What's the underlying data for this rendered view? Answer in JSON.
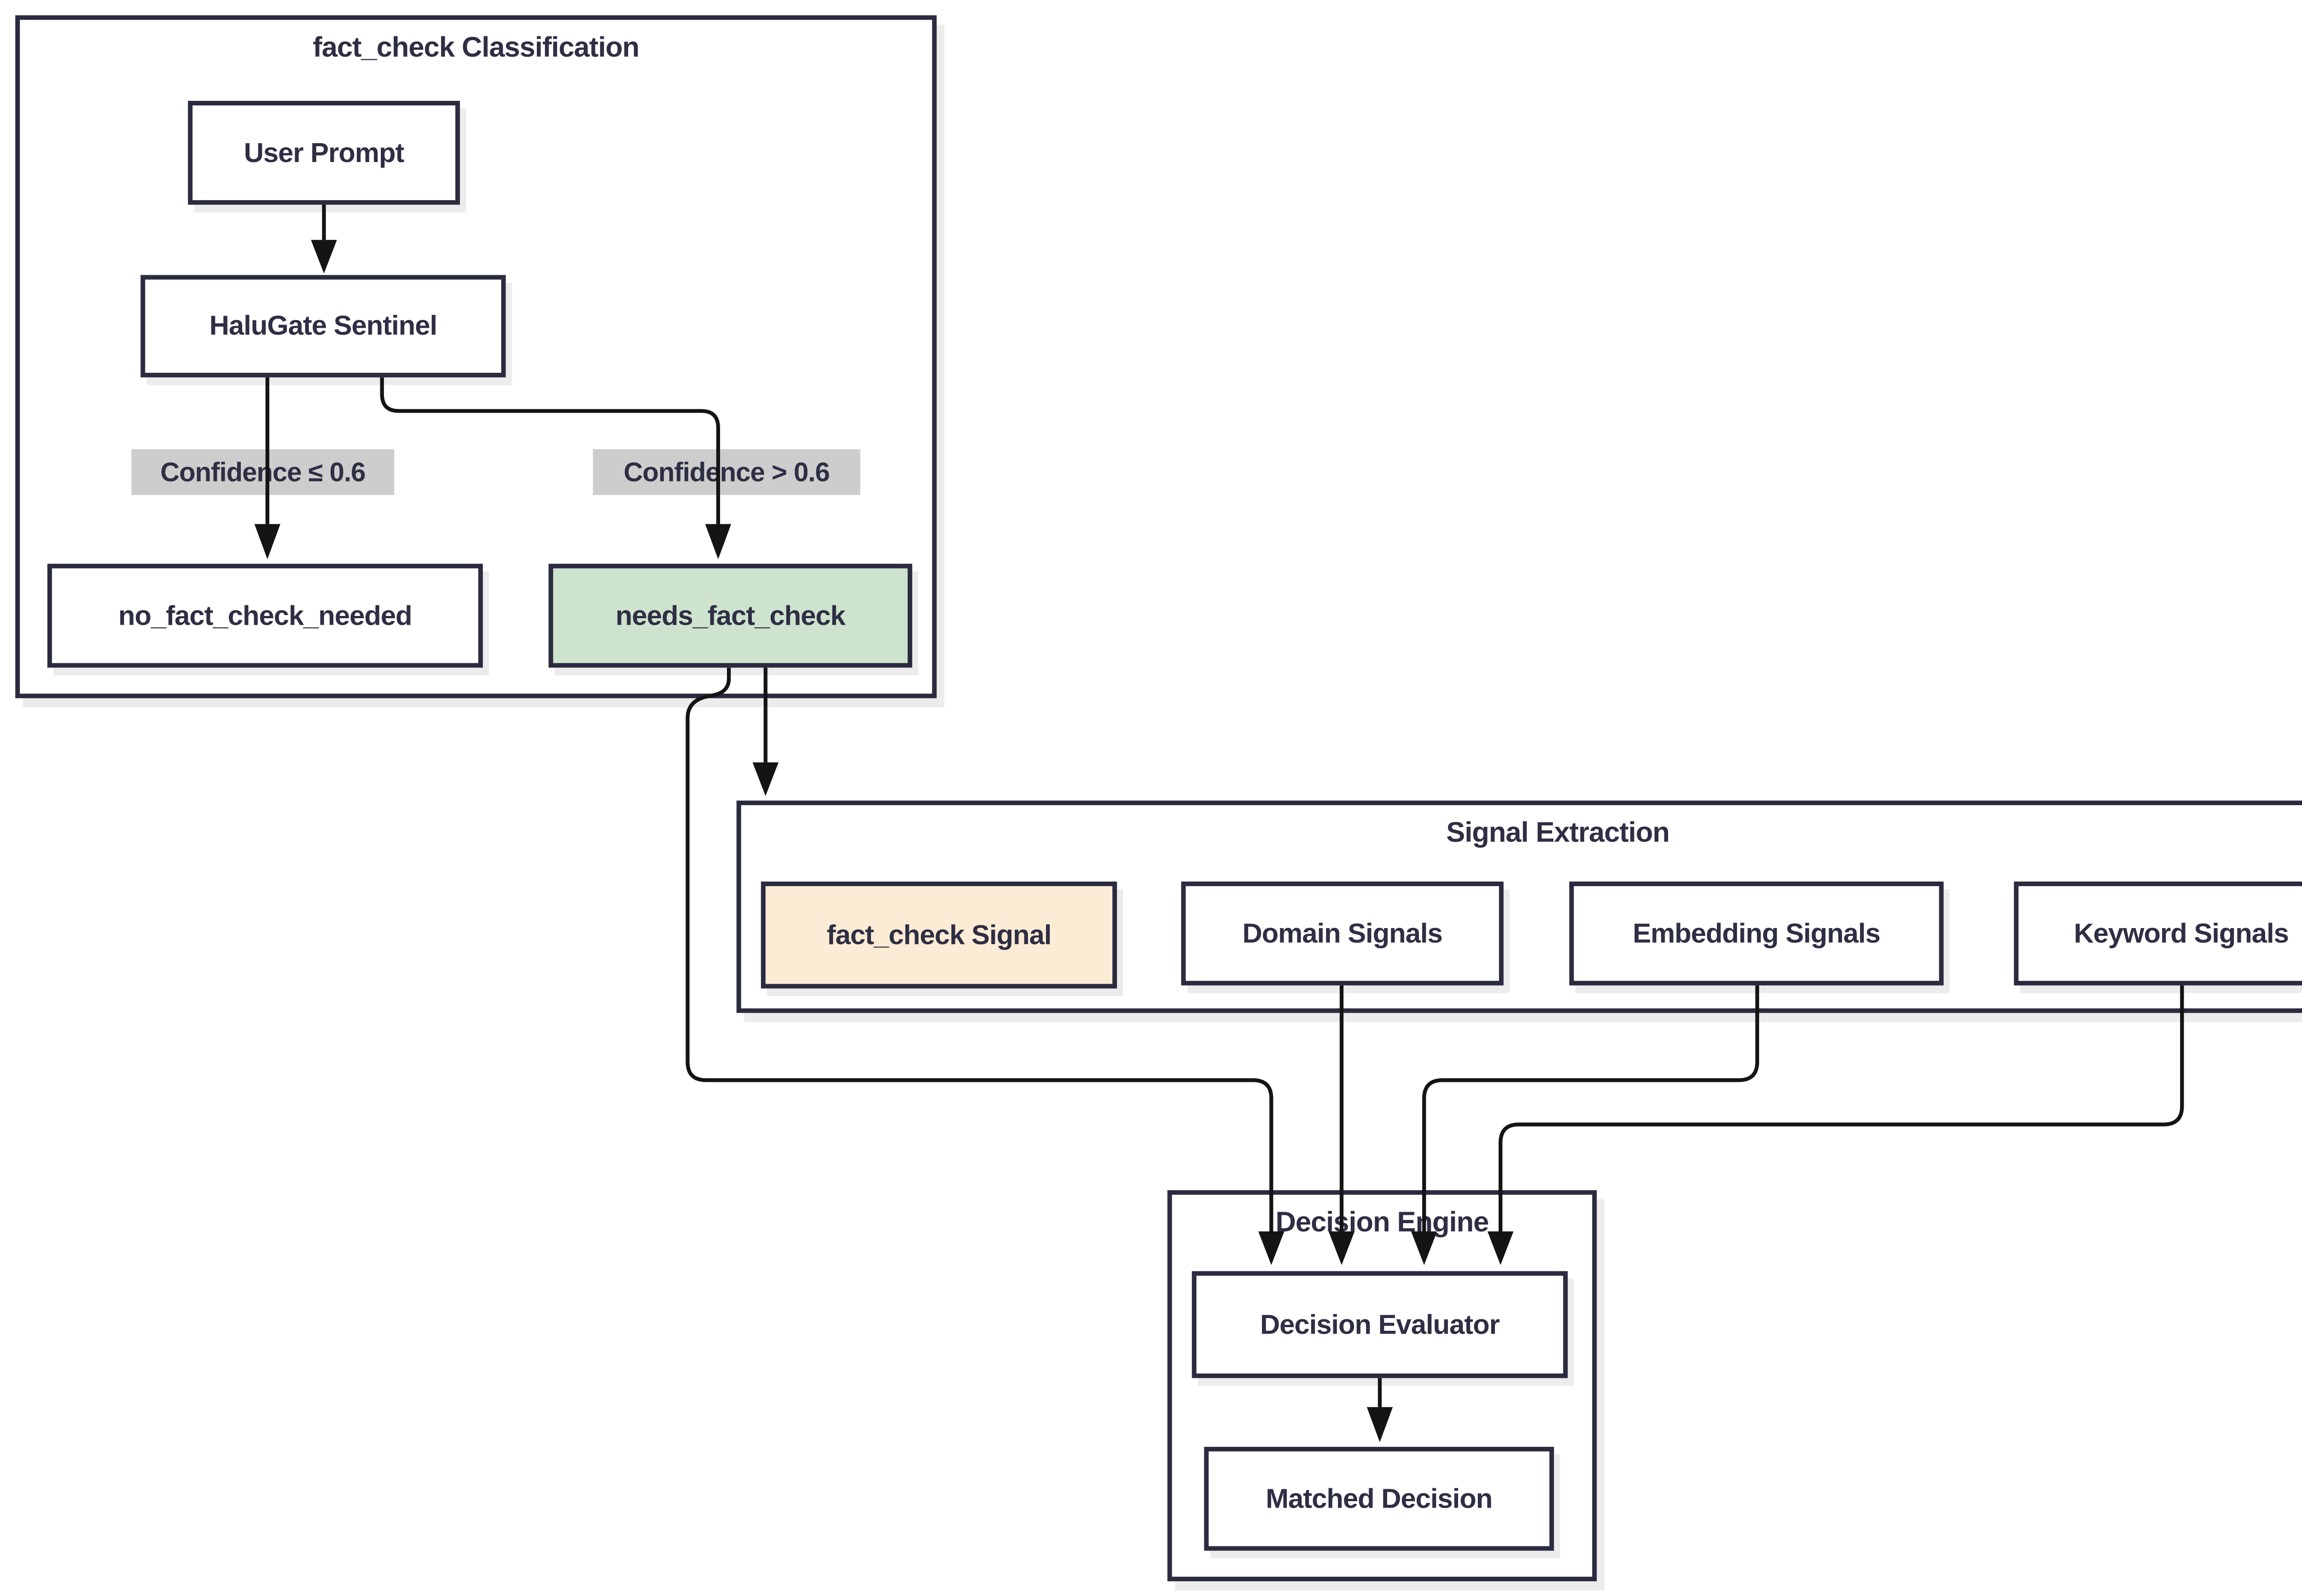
{
  "diagram": {
    "clusters": {
      "classification": {
        "title": "fact_check Classification"
      },
      "extraction": {
        "title": "Signal Extraction"
      },
      "engine": {
        "title": "Decision Engine"
      }
    },
    "nodes": {
      "user_prompt": {
        "label": "User Prompt"
      },
      "halugate_sentinel": {
        "label": "HaluGate Sentinel"
      },
      "no_fact_check_needed": {
        "label": "no_fact_check_needed"
      },
      "needs_fact_check": {
        "label": "needs_fact_check",
        "fill": "#cee3cd"
      },
      "fact_check_signal": {
        "label": "fact_check Signal",
        "fill": "#fcecd5"
      },
      "domain_signals": {
        "label": "Domain Signals"
      },
      "embedding_signals": {
        "label": "Embedding Signals"
      },
      "keyword_signals": {
        "label": "Keyword Signals"
      },
      "decision_evaluator": {
        "label": "Decision Evaluator"
      },
      "matched_decision": {
        "label": "Matched Decision"
      }
    },
    "edge_labels": {
      "low_confidence": {
        "text": "Confidence ≤ 0.6"
      },
      "high_confidence": {
        "text": "Confidence > 0.6"
      }
    },
    "colors": {
      "node_border": "#2b2b40",
      "edge_line": "#141414",
      "text": "#2e2e44",
      "highlight_green": "#cee3cd",
      "highlight_peach": "#fcecd5",
      "edge_label_background": "#cdcdcd",
      "shadow": "#ececec",
      "background": "#ffffff"
    }
  }
}
